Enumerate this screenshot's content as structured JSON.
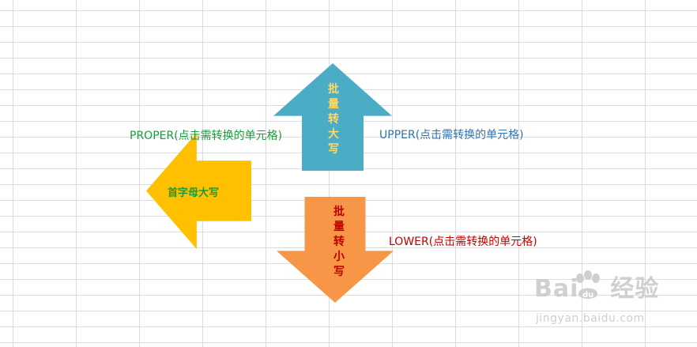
{
  "nodes": {
    "up": {
      "label_chars": [
        "批",
        "量",
        "转",
        "大",
        "写"
      ],
      "color": "#4bacc6",
      "text_color": "#ffd966"
    },
    "down": {
      "label_chars": [
        "批",
        "量",
        "转",
        "小",
        "写"
      ],
      "color": "#f79646",
      "text_color": "#c00000"
    },
    "left": {
      "label": "首字母大写",
      "color": "#ffc000",
      "text_color": "#1a9c3c"
    }
  },
  "formulas": {
    "proper": "PROPER(点击需转换的单元格)",
    "upper": "UPPER(点击需转换的单元格)",
    "lower": "LOWER(点击需转换的单元格)"
  },
  "watermark": {
    "main_left": "Bai",
    "main_right": "经验",
    "sub": "jingyan.baidu.com"
  }
}
